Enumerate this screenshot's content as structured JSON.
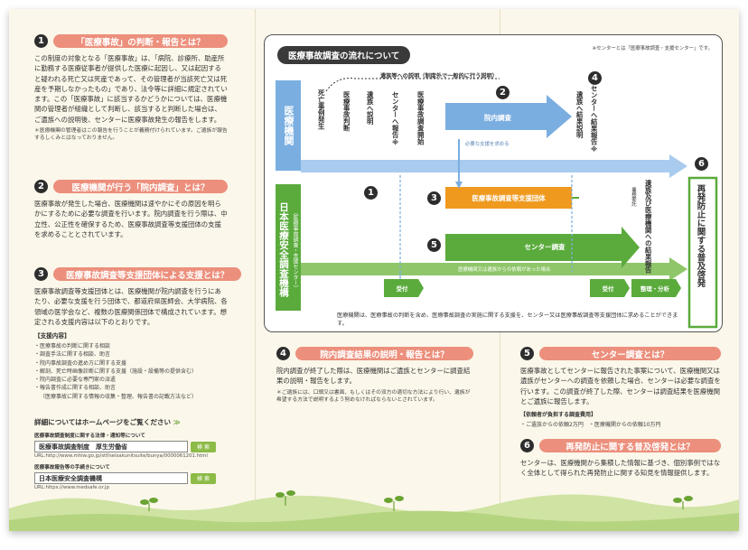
{
  "sections": {
    "s1": {
      "num": "1",
      "title": "「医療事故」の判断・報告とは？",
      "body": "この制度の対象となる「医療事故」は、「病院、診療所、助産所に勤務する医療従事者が提供した医療に起因し、又は起因すると疑われる死亡又は死産であって、その管理者が当該死亡又は死産を予期しなかったもの」であり、法令等に詳細に規定されています。この「医療事故」に該当するかどうかについては、医療機関の管理者が組織として判断し、該当すると判断した場合は、ご遺族への説明後、センターに医療事故発生の報告をします。",
      "note": "＊医療機関の管理者はこの報告を行うことが義務付けられています。ご遺族が報告するしくみとはなっておりません。"
    },
    "s2": {
      "num": "2",
      "title": "医療機関が行う「院内調査」とは？",
      "body": "医療事故が発生した場合、医療機関は速やかにその原因を明らかにするために必要な調査を行います。院内調査を行う際は、中立性、公正性を確保するため、医療事故調査等支援団体の支援を求めることとされています。"
    },
    "s3": {
      "num": "3",
      "title": "医療事故調査等支援団体による支援とは？",
      "body": "医療事故調査等支援団体とは、医療機関が院内調査を行うにあたり、必要な支援を行う団体で、都道府県医師会、大学病院、各領域の医学会など、複数の医療関係団体で構成されています。想定される支援内容は以下のとおりです。",
      "list_title": "【支援内容】",
      "items": [
        "・医療事故の判断に関する相談",
        "・調査手法に関する相談、助言",
        "・院内事故調査の進め方に関する支援",
        "・解剖、死亡時画像診断に関する支援（施設・設備等の提供含む）",
        "・院内調査に必要な専門家の派遣",
        "・報告書作成に関する相談、助言",
        "（医療事故に関する情報の収集・整理、報告書の記載方法など）"
      ]
    },
    "s4": {
      "num": "4",
      "title": "院内調査結果の説明・報告とは？",
      "body": "院内調査が終了した際は、医療機関はご遺族とセンターに調査結果の説明・報告をします。",
      "note": "＊ご遺族には、口頭又は書面、もしくはその双方の適切な方法により行い、遺族が希望する方法で説明するよう努めなければならないとされています。"
    },
    "s5": {
      "num": "5",
      "title": "センター調査とは？",
      "body": "医療事故としてセンターに報告された事案について、医療機関又は遺族がセンターへの調査を依頼した場合、センターは必要な調査を行います。この調査が終了した際、センターは調査結果を医療機関とご遺族に報告します。",
      "fee_title": "【依頼者が負担する調査費用】",
      "fee": "・ご遺族からの依頼2万円　・医療機関からの依頼10万円"
    },
    "s6": {
      "num": "6",
      "title": "再発防止に関する普及啓発とは？",
      "body": "センターは、医療機関から集積した情報に基づき、個別事例ではなく全体として得られた再発防止に関する知見を情報提供します。"
    }
  },
  "links": {
    "title": "詳細についてはホームページをご覧ください",
    "a_label": "医療事故調査制度に関する法律・通知等について",
    "a_query": "医療事故調査制度　厚生労働省",
    "a_url": "URL:http://www.mhlw.go.jp/stf/seisakunitsuite/bunya/0000061201.html",
    "b_label": "医療事故報告等の手続きについて",
    "b_query": "日本医療安全調査機構",
    "b_url": "URL:https://www.medsafe.or.jp",
    "search_label": "検 索"
  },
  "flow": {
    "title": "医療事故調査の流れについて",
    "note": "※センターとは「医療事故調査・支援センター」です。",
    "hospital": "医療機関",
    "center": "日本医療安全調査機構",
    "center_sub": "（医療事故調査・支援センター）",
    "explain_top": "遺族等への説明（制度外で一般的に行う説明）",
    "v_death": "死亡事例発生",
    "v_judge": "医療事故判断",
    "v_explain": "遺族へ説明",
    "v_report": "センターへ報告※",
    "v_start": "医療事故調査開始",
    "v_result_fam": "遺族へ結果説明",
    "v_result_center": "センターへ結果報告※",
    "v_result_both": "遺族及び医療機関への結果報告",
    "inhouse": "院内調査",
    "support_req": "必要な支援を求める",
    "support_org": "医療事故調査等支援団体",
    "center_investigation": "センター調査",
    "request_note": "医療機関又は遺族からの依頼があった場合",
    "commission": "業務委託",
    "receive1": "受付",
    "receive2": "受付",
    "analysis": "整理・分析",
    "prevention": "再発防止に関する普及啓発",
    "foot": "医療機関は、医療事故の判断を含め、医療事故調査の実施に関する支援を、センター又は医療事故調査等支援団体に求めることができます。",
    "n1": "1",
    "n2": "2",
    "n3": "3",
    "n4": "4",
    "n5": "5",
    "n6": "6"
  },
  "colors": {
    "accent": "#ec8f7c",
    "blue": "#7aaee0",
    "green": "#5aab3c",
    "orange": "#ef9a1f"
  }
}
